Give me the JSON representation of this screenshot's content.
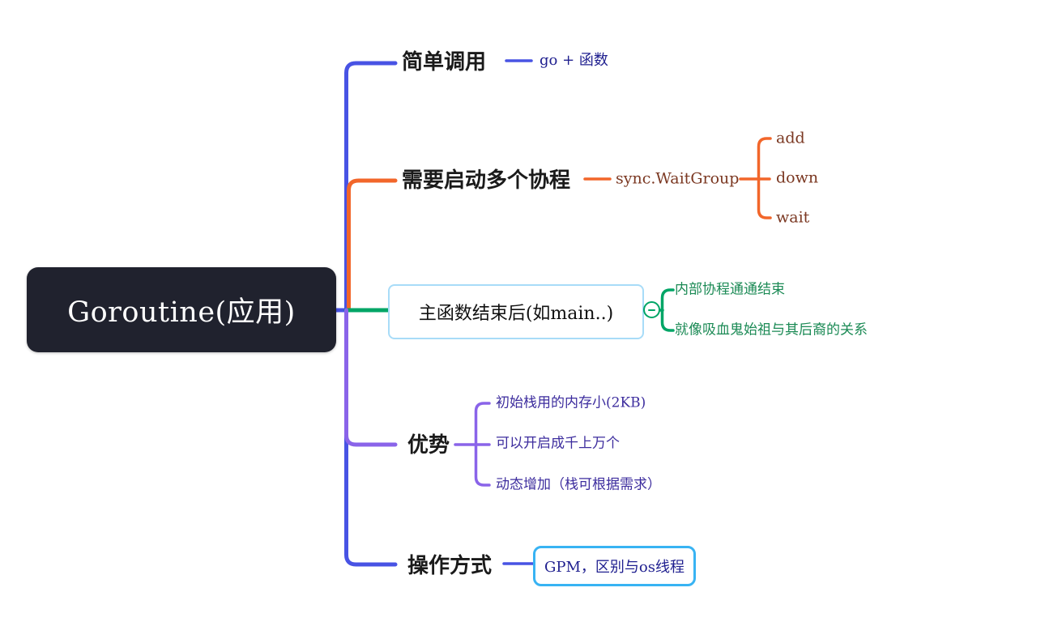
{
  "colors": {
    "blue": "#4853e4",
    "orange": "#f2662a",
    "green": "#00a566",
    "purple": "#8a64e9",
    "green-text": "#1b8a55",
    "purple-text": "#3d2d9e",
    "navy-text": "#1f1f8f",
    "brown-text": "#7b3822",
    "root-bg": "#20222e",
    "root-text": "#ffffff",
    "topic-text": "#1a1a1a",
    "selected-border": "#a8dcf8",
    "highlight-border": "#38b3f3"
  },
  "root": {
    "label": "Goroutine(应用)"
  },
  "branches": [
    {
      "label": "简单调用",
      "children": [
        {
          "label": "go + 函数"
        }
      ]
    },
    {
      "label": "需要启动多个协程",
      "children": [
        {
          "label": "sync.WaitGroup",
          "children": [
            {
              "label": "add"
            },
            {
              "label": "down"
            },
            {
              "label": "wait"
            }
          ]
        }
      ]
    },
    {
      "label": "主函数结束后(如main..)",
      "children": [
        {
          "label": "内部协程通通结束"
        },
        {
          "label": "就像吸血鬼始祖与其后裔的关系"
        }
      ]
    },
    {
      "label": "优势",
      "children": [
        {
          "label": "初始栈用的内存小(2KB)"
        },
        {
          "label": "可以开启成千上万个"
        },
        {
          "label": "动态增加（栈可根据需求）"
        }
      ]
    },
    {
      "label": "操作方式",
      "children": [
        {
          "label": "GPM，区别与os线程"
        }
      ]
    }
  ]
}
